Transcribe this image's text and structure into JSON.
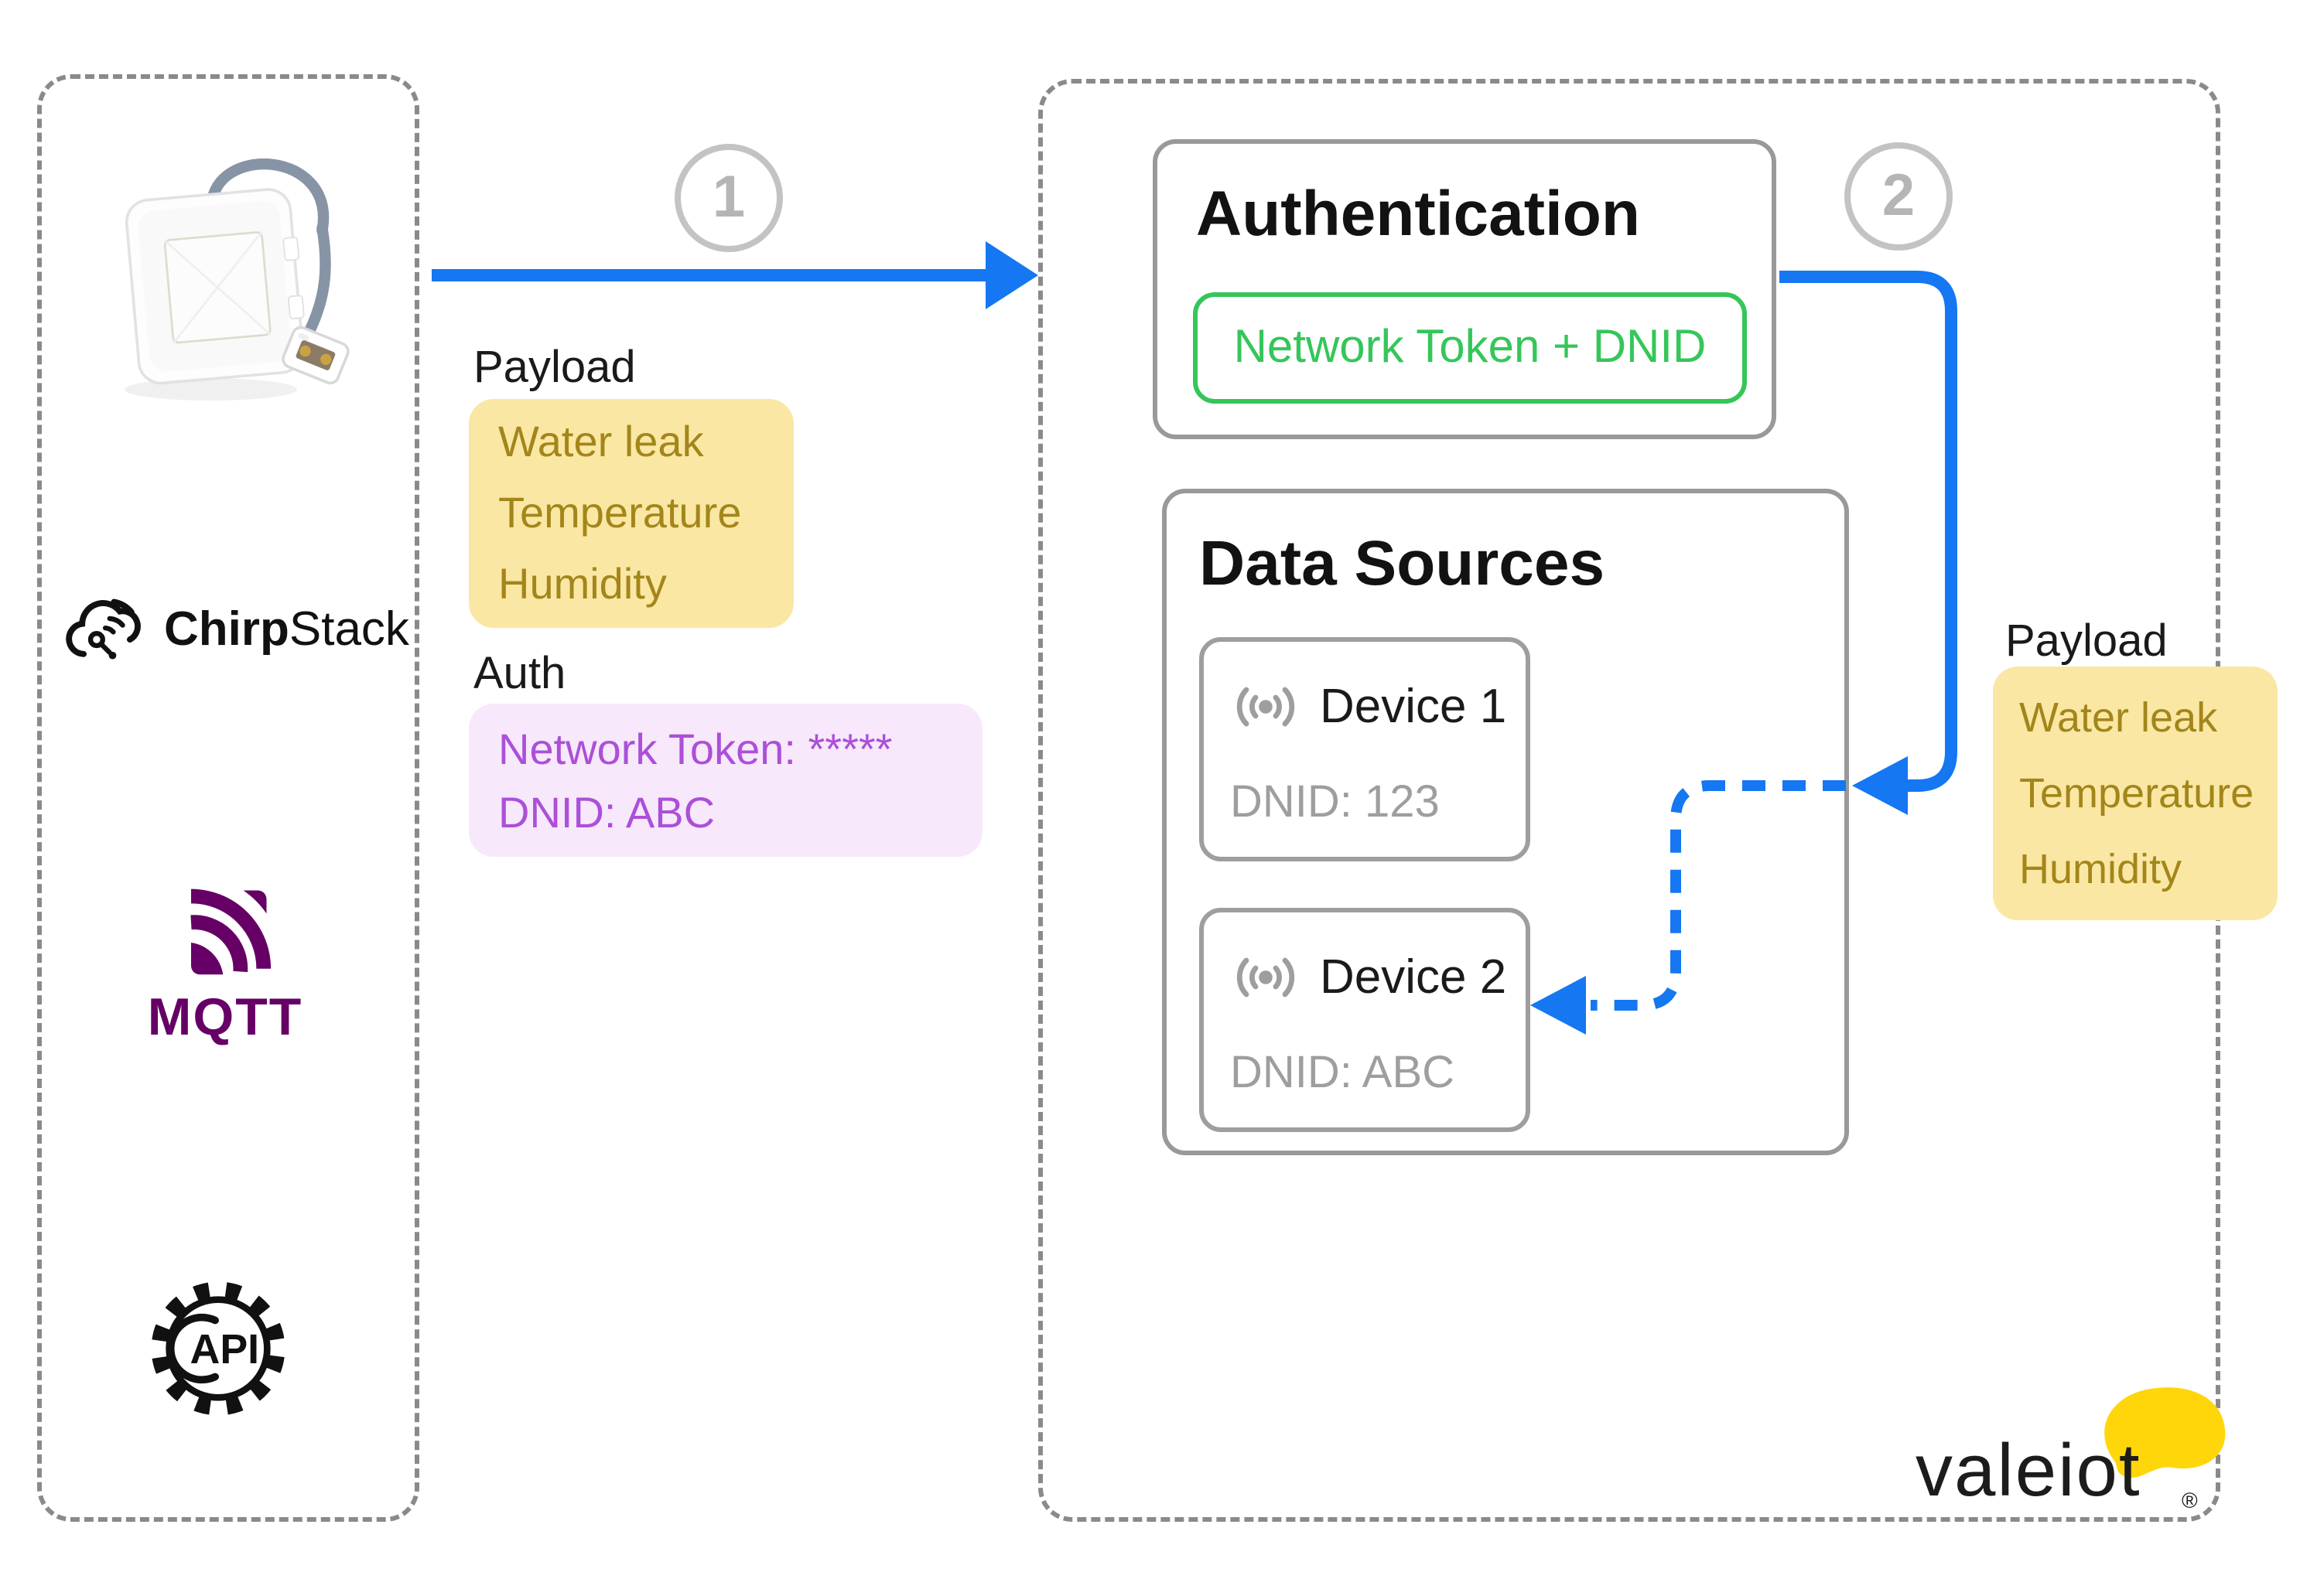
{
  "left_panel": {
    "sensor_image": "water-leak-sensor-photo",
    "chirpstack": {
      "bold": "Chirp",
      "light": "Stack"
    },
    "mqtt_label": "MQTT",
    "api_label": "API"
  },
  "step1": {
    "number": "1",
    "payload_label": "Payload",
    "payload_items": [
      "Water leak",
      "Temperature",
      "Humidity"
    ],
    "auth_label": "Auth",
    "auth_lines": [
      "Network Token: *****",
      "DNID: ABC"
    ]
  },
  "right_panel": {
    "authentication": {
      "title": "Authentication",
      "token_box": "Network Token + DNID"
    },
    "step2": {
      "number": "2"
    },
    "data_sources": {
      "title": "Data Sources",
      "devices": [
        {
          "name": "Device 1",
          "dnid": "DNID: 123"
        },
        {
          "name": "Device 2",
          "dnid": "DNID: ABC"
        }
      ]
    },
    "payload": {
      "label": "Payload",
      "items": [
        "Water leak",
        "Temperature",
        "Humidity"
      ]
    }
  },
  "brand": {
    "wordmark": "valeiot",
    "registered": "®"
  },
  "colors": {
    "accent_blue": "#1577f2",
    "green": "#35c659",
    "yellow_bg": "#fae7a4",
    "yellow_text": "#a3861a",
    "purple_bg": "#f7e9fb",
    "purple_text": "#ac4fd9",
    "mqtt_purple": "#660066",
    "brand_yellow": "#ffd60a",
    "border_grey": "#8a8a8a"
  }
}
